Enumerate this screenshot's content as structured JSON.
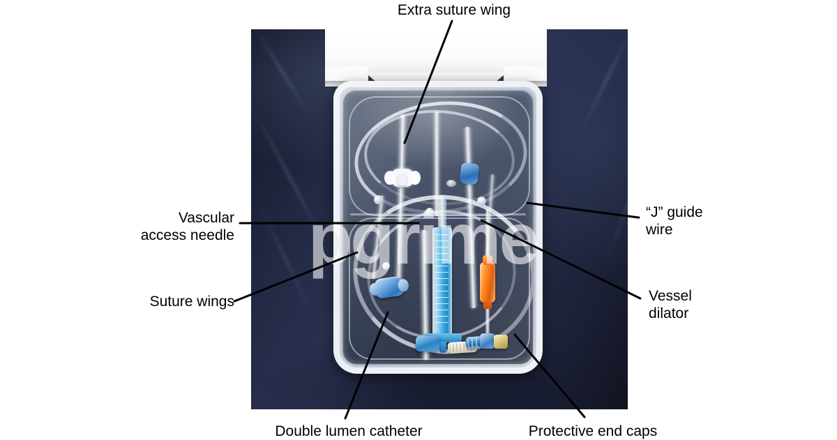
{
  "figure": {
    "kind": "annotated-photograph",
    "subject": "Central venous catheter insertion kit in sterile tray",
    "watermark": "pgrime",
    "background_color": "#ffffff",
    "photo": {
      "drape_color": "#252c49",
      "tray_color": "#8e99ab",
      "wrap_color": "#ffffff"
    }
  },
  "labels": {
    "extra_suture_wing": "Extra suture wing",
    "vascular_access_needle": "Vascular\naccess needle",
    "suture_wings": "Suture wings",
    "j_guide_wire": "“J” guide\nwire",
    "vessel_dilator": "Vessel\ndilator",
    "double_lumen_catheter": "Double lumen catheter",
    "protective_end_caps": "Protective end caps"
  },
  "components": {
    "syringe_color": "#3aa9e0",
    "dilator_hub_color": "#ef6a10",
    "suture_wing_color": "#2f74be",
    "end_cap_colors": [
      "#1b5fa4",
      "#ecead7",
      "#d9c06a"
    ]
  }
}
